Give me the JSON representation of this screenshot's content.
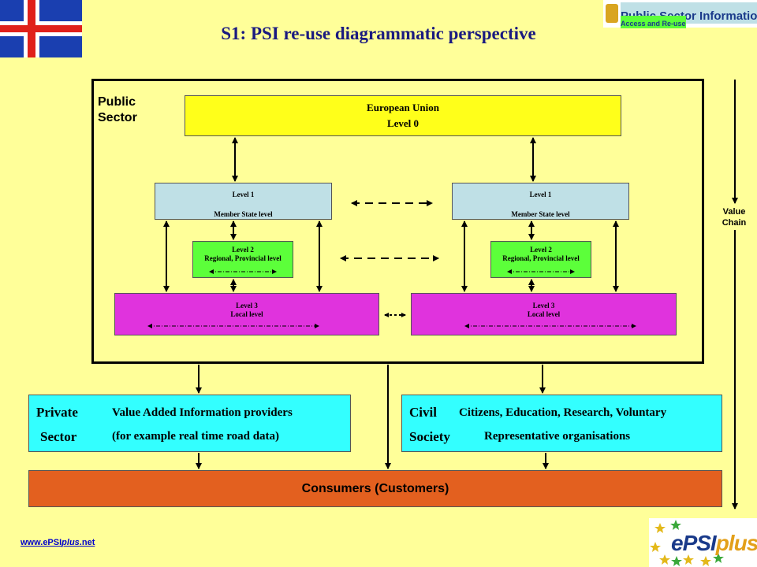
{
  "title": "S1: PSI re-use diagrammatic perspective",
  "header_logo": {
    "line1": "Public Sector Information",
    "line2": "Access and Re-use"
  },
  "public_sector": {
    "label_line1": "Public",
    "label_line2": "Sector"
  },
  "eu": {
    "line1": "European Union",
    "line2": "Level 0"
  },
  "left_column": {
    "level1": {
      "line1": "Level 1",
      "line2": "Member State level"
    },
    "level2": {
      "line1": "Level 2",
      "line2": "Regional, Provincial  level"
    },
    "level3": {
      "line1": "Level 3",
      "line2": "Local  level"
    }
  },
  "right_column": {
    "level1": {
      "line1": "Level 1",
      "line2": "Member State level"
    },
    "level2": {
      "line1": "Level 2",
      "line2": "Regional, Provincial  level"
    },
    "level3": {
      "line1": "Level 3",
      "line2": "Local  level"
    }
  },
  "private_sector": {
    "word1": "Private",
    "word2": "Sector",
    "desc1": "Value Added Information providers",
    "desc2": "(for example real time road data)"
  },
  "civil_society": {
    "word1": "Civil",
    "word2": "Society",
    "desc1": "Citizens, Education, Research, Voluntary",
    "desc2": "Representative organisations"
  },
  "consumers": "Consumers (Customers)",
  "value_chain": {
    "line1": "Value",
    "line2": "Chain"
  },
  "footer": {
    "url_prefix": "www.ePSI",
    "url_italic": "plus",
    "url_suffix": ".net"
  },
  "footer_logo": {
    "text_part1": "ePSI",
    "text_part2": "plus"
  },
  "colors": {
    "background": "#ffff99",
    "eu": "#ffff1a",
    "level1": "#bfe0e6",
    "level2": "#5cff3a",
    "level3": "#e033dd",
    "cyan_boxes": "#33ffff",
    "consumers": "#e3601f",
    "title": "#1a1a80"
  }
}
